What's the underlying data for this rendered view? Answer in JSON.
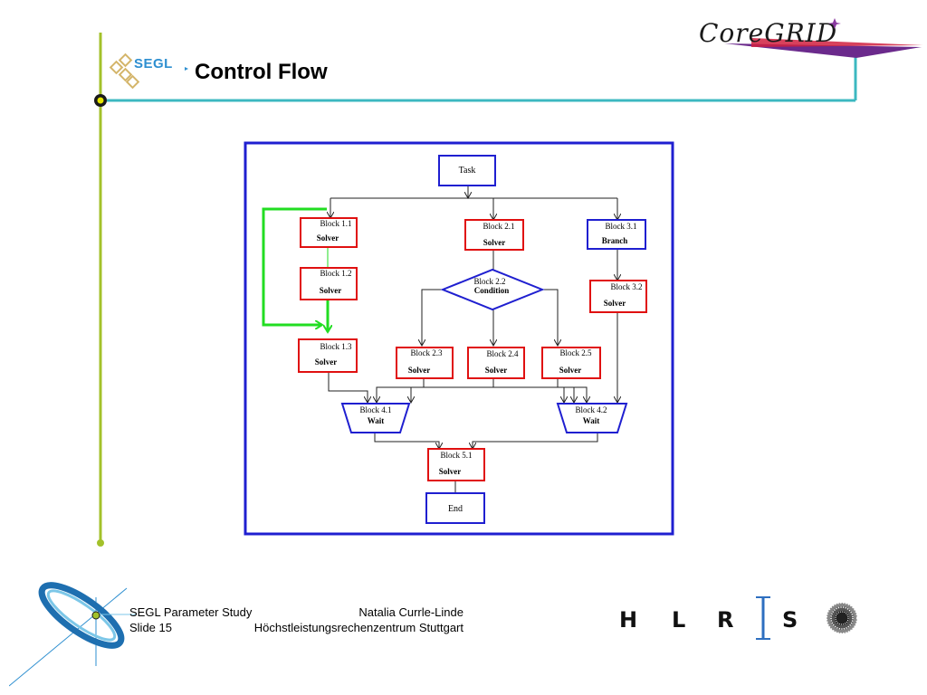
{
  "slide": {
    "title": "Control Flow"
  },
  "brand": {
    "segl_logo_text": "SEGL",
    "coregrid_logo_text": "CoreGRID",
    "hlrs_logo_letters": [
      "H",
      "L",
      "R",
      "S"
    ]
  },
  "colors": {
    "left_rule": "#a3c12a",
    "top_rule": "#3cb8c0",
    "diagram_frame": "#1f1fd0",
    "solver_block": "#e01010",
    "blue_block": "#1f1fd0",
    "loop_arrow": "#22dd22"
  },
  "diagram": {
    "nodes": [
      {
        "id": "task",
        "line1": "Task",
        "line2": ""
      },
      {
        "id": "b11",
        "line1": "Block 1.1",
        "line2": "Solver"
      },
      {
        "id": "b12",
        "line1": "Block 1.2",
        "line2": "Solver"
      },
      {
        "id": "b13",
        "line1": "Block 1.3",
        "line2": "Solver"
      },
      {
        "id": "b21",
        "line1": "Block 2.1",
        "line2": "Solver"
      },
      {
        "id": "b22",
        "line1": "Block 2.2",
        "line2": "Condition"
      },
      {
        "id": "b23",
        "line1": "Block 2.3",
        "line2": "Solver"
      },
      {
        "id": "b24",
        "line1": "Block 2.4",
        "line2": "Solver"
      },
      {
        "id": "b25",
        "line1": "Block 2.5",
        "line2": "Solver"
      },
      {
        "id": "b31",
        "line1": "Block 3.1",
        "line2": "Branch"
      },
      {
        "id": "b32",
        "line1": "Block 3.2",
        "line2": "Solver"
      },
      {
        "id": "b41",
        "line1": "Block 4.1",
        "line2": "Wait"
      },
      {
        "id": "b42",
        "line1": "Block 4.2",
        "line2": "Wait"
      },
      {
        "id": "b51",
        "line1": "Block 5.1",
        "line2": "Solver"
      },
      {
        "id": "end",
        "line1": "End",
        "line2": ""
      }
    ]
  },
  "footer": {
    "study": "SEGL Parameter Study",
    "slide_number": "Slide 15",
    "author": "Natalia Currle-Linde",
    "institution": "Höchstleistungsrechenzentrum Stuttgart"
  }
}
